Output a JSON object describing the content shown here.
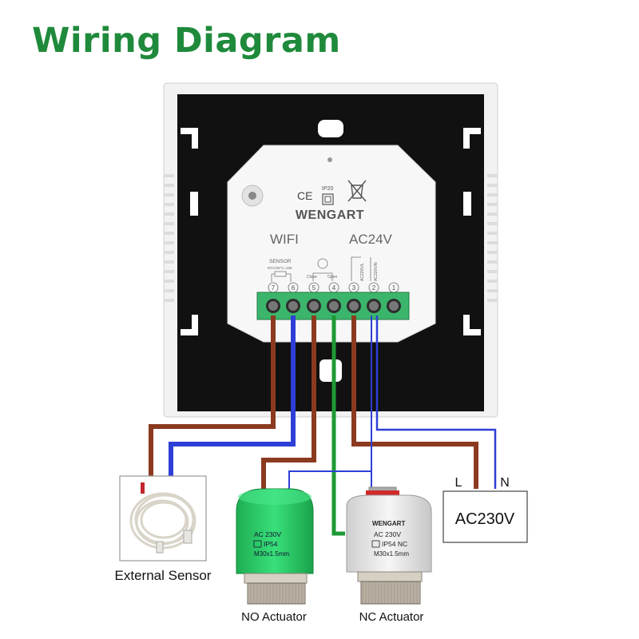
{
  "title": "Wiring Diagram",
  "module": {
    "brand": "WENGART",
    "ce_mark": "CE",
    "ip_rating": "IP20",
    "wifi_label": "WIFI",
    "voltage_label": "AC24V",
    "sensor_label": "SENSOR",
    "sensor_spec": "NTC/25°C=10K",
    "close_label": "Close",
    "open_label": "Open",
    "ac_label_1": "AC220V/L",
    "ac_label_2": "AC220V/N",
    "terminals": [
      "7",
      "6",
      "5",
      "4",
      "3",
      "2",
      "1"
    ]
  },
  "devices": {
    "sensor_label": "External Sensor",
    "no_actuator": {
      "label": "NO Actuator",
      "line1": "AC 230V",
      "line2": "IP54",
      "line3": "M30x1.5mm"
    },
    "nc_actuator": {
      "label": "NC Actuator",
      "brand": "WENGART",
      "line1": "AC 230V",
      "line2": "IP54 NC",
      "line3": "M30x1.5mm"
    },
    "power": {
      "label": "AC230V",
      "l_label": "L",
      "n_label": "N"
    }
  },
  "colors": {
    "title": "#1f8a3b",
    "brown": "#8b3a1f",
    "blue": "#2d3fd6",
    "green": "#1e9a34",
    "plate_black": "#111111",
    "no_actuator_green": "#2bd06a",
    "terminal_green": "#3bb56b"
  }
}
